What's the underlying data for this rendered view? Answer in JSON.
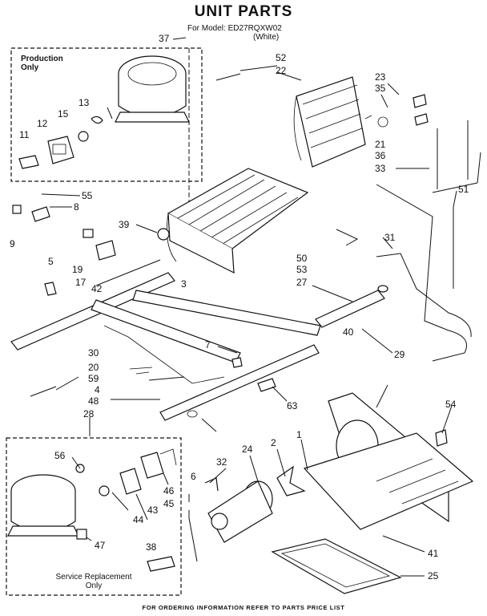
{
  "title": "UNIT PARTS",
  "model_line": "For Model: ED27RQXW02",
  "model_color": "(White)",
  "production_box_label": "Production\nOnly",
  "service_box_label": "Service Replacement\nOnly",
  "footer": "FOR ORDERING INFORMATION REFER TO PARTS PRICE LIST",
  "callouts": [
    "37",
    "52",
    "22",
    "23",
    "35",
    "13",
    "12",
    "15",
    "11",
    "21",
    "36",
    "33",
    "51",
    "55",
    "8",
    "9",
    "39",
    "5",
    "19",
    "17",
    "42",
    "3",
    "50",
    "31",
    "53",
    "27",
    "40",
    "29",
    "30",
    "20",
    "59",
    "4",
    "7",
    "48",
    "63",
    "54",
    "28",
    "56",
    "32",
    "24",
    "2",
    "1",
    "6",
    "46",
    "45",
    "43",
    "44",
    "47",
    "38",
    "41",
    "25"
  ]
}
